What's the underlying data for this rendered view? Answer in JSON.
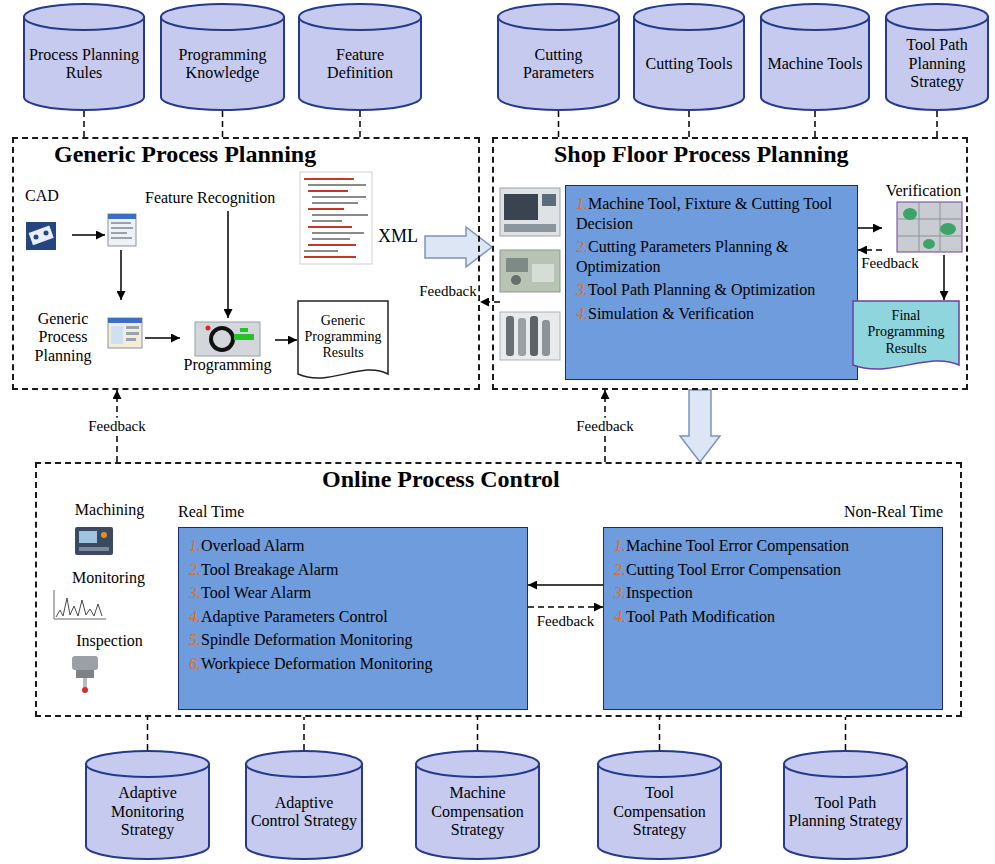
{
  "diagram": {
    "nodes": [
      {
        "text": [
          "Process Planning Rules"
        ]
      },
      {
        "text": [
          "Programming Knowledge"
        ]
      },
      {
        "text": [
          "Feature Definition"
        ]
      },
      {
        "text": [
          "Cutting Parameters"
        ]
      },
      {
        "text": [
          "Cutting Tools"
        ]
      },
      {
        "text": [
          "Machine Tools"
        ]
      },
      {
        "text": [
          "Tool Path Planning Strategy"
        ]
      },
      {
        "text": [
          "Generic Process Planning"
        ]
      },
      {
        "text": [
          "CAD"
        ],
        "in": 7
      },
      {
        "text": [
          "Feature Recognition"
        ],
        "in": 7
      },
      {
        "text": [
          "Generic Process Planning"
        ],
        "in": 7
      },
      {
        "text": [
          "Programming"
        ],
        "in": 7
      },
      {
        "text": [
          "XML"
        ],
        "in": 7
      },
      {
        "text": [
          "Generic Programming Results"
        ],
        "in": 7
      },
      {
        "text": [
          "Shop Floor Process Planning"
        ]
      },
      {
        "text": [
          "1.",
          "Machine Tool, Fixture & Cutting Tool Decision",
          "2.",
          "Cutting Parameters Planning & Optimization",
          "3.",
          "Tool Path Planning & Optimization",
          "4.",
          "Simulation & Verification"
        ],
        "in": 14
      },
      {
        "text": [
          "Verification"
        ],
        "in": 14
      },
      {
        "text": [
          "Final Programming Results"
        ],
        "in": 14
      },
      {
        "text": [
          "Online Process Control"
        ]
      },
      {
        "text": [
          "Machining"
        ],
        "in": 18
      },
      {
        "text": [
          "Monitoring"
        ],
        "in": 18
      },
      {
        "text": [
          "Inspection"
        ],
        "in": 18
      },
      {
        "text": [
          "Real Time",
          "1.",
          "Overload Alarm",
          "2.",
          "Tool Breakage Alarm",
          "3.",
          "Tool Wear Alarm",
          "4.",
          "Adaptive Parameters Control",
          "5.",
          "Spindle Deformation Monitoring",
          "6.",
          "Workpiece Deformation Monitoring"
        ],
        "in": 18
      },
      {
        "text": [
          "Non-Real Time",
          "1.",
          "Machine Tool Error Compensation",
          "2.",
          "Cutting Tool Error Compensation",
          "3.",
          "Inspection",
          "4.",
          "Tool Path Modification"
        ],
        "in": 18
      },
      {
        "text": [
          "Adaptive Monitoring Strategy"
        ]
      },
      {
        "text": [
          "Adaptive Control Strategy"
        ]
      },
      {
        "text": [
          "Machine Compensation Strategy"
        ]
      },
      {
        "text": [
          "Tool Compensation Strategy"
        ]
      },
      {
        "text": [
          "Tool Path Planning Strategy"
        ]
      }
    ],
    "edges": [
      {
        "from": 0,
        "to": 7,
        "arrow": "none"
      },
      {
        "from": 1,
        "to": 7,
        "arrow": "none"
      },
      {
        "from": 2,
        "to": 7,
        "arrow": "none"
      },
      {
        "from": 3,
        "to": 14,
        "arrow": "none"
      },
      {
        "from": 4,
        "to": 14,
        "arrow": "none"
      },
      {
        "from": 5,
        "to": 14,
        "arrow": "none"
      },
      {
        "from": 6,
        "to": 14,
        "arrow": "none"
      },
      {
        "from": 24,
        "to": 18,
        "arrow": "none"
      },
      {
        "from": 25,
        "to": 18,
        "arrow": "none"
      },
      {
        "from": 26,
        "to": 18,
        "arrow": "none"
      },
      {
        "from": 27,
        "to": 18,
        "arrow": "none"
      },
      {
        "from": 28,
        "to": 18,
        "arrow": "none"
      },
      {
        "from": 8,
        "to": 9,
        "arrow": "to"
      },
      {
        "from": 9,
        "to": 10,
        "arrow": "to"
      },
      {
        "from": 9,
        "to": 11,
        "arrow": "to"
      },
      {
        "from": 10,
        "to": 11,
        "arrow": "to"
      },
      {
        "from": 11,
        "to": 13,
        "arrow": "to"
      },
      {
        "from": 7,
        "to": 14,
        "arrow": "to"
      },
      {
        "from": 14,
        "to": 7,
        "arrow": "to",
        "label": "Feedback"
      },
      {
        "from": 15,
        "to": 16,
        "arrow": "to"
      },
      {
        "from": 16,
        "to": 15,
        "arrow": "to",
        "label": "Feedback"
      },
      {
        "from": 16,
        "to": 17,
        "arrow": "to"
      },
      {
        "from": 14,
        "to": 18,
        "arrow": "to"
      },
      {
        "from": 18,
        "to": 7,
        "arrow": "to",
        "label": "Feedback"
      },
      {
        "from": 18,
        "to": 14,
        "arrow": "to",
        "label": "Feedback"
      },
      {
        "from": 23,
        "to": 22,
        "arrow": "to"
      },
      {
        "from": 22,
        "to": 23,
        "arrow": "to",
        "label": "Feedback"
      }
    ]
  }
}
